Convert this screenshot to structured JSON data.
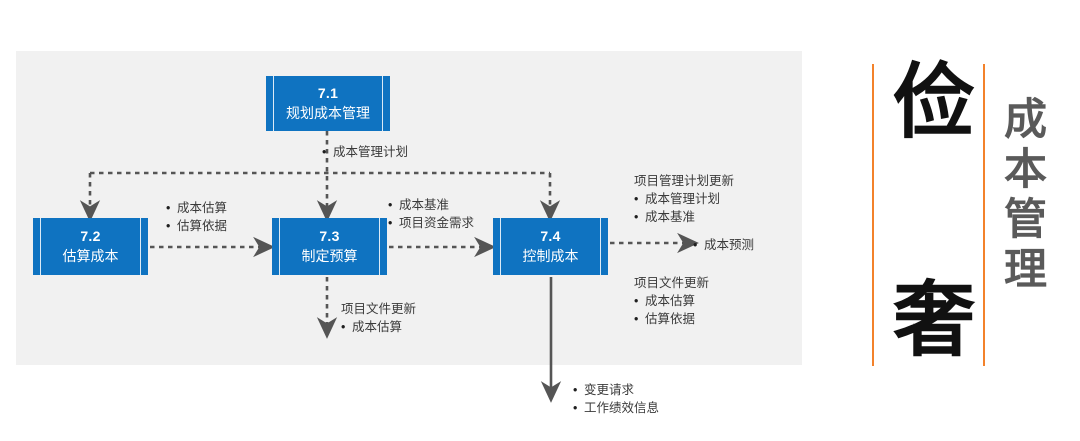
{
  "panel": {
    "background": "#f1f1f1"
  },
  "theme": {
    "process_blue": "#0f73c1",
    "accent_orange": "#f3822b",
    "text_dark": "#3a3a3a",
    "arrow_gray": "#555555"
  },
  "processes": [
    {
      "id": "7.1",
      "number": "7.1",
      "name": "规划成本管理"
    },
    {
      "id": "7.2",
      "number": "7.2",
      "name": "估算成本"
    },
    {
      "id": "7.3",
      "number": "7.3",
      "name": "制定预算"
    },
    {
      "id": "7.4",
      "number": "7.4",
      "name": "控制成本"
    }
  ],
  "annotations": {
    "cost_mgmt_plan": "成本管理计划",
    "from_72_line1": "成本估算",
    "from_72_line2": "估算依据",
    "from_73_line1": "成本基准",
    "from_73_line2": "项目资金需求",
    "docs_update_73_header": "项目文件更新",
    "docs_update_73_item1": "成本估算",
    "pm_plan_update_header": "项目管理计划更新",
    "pm_plan_update_item1": "成本管理计划",
    "pm_plan_update_item2": "成本基准",
    "cost_forecast": "成本预测",
    "docs_update_74_header": "项目文件更新",
    "docs_update_74_item1": "成本估算",
    "docs_update_74_item2": "估算依据",
    "bottom_item1": "变更请求",
    "bottom_item2": "工作绩效信息"
  },
  "title_block": {
    "big_char_top": "俭",
    "big_char_bottom": "奢",
    "subtitle_chars": [
      "成",
      "本",
      "管",
      "理"
    ]
  }
}
